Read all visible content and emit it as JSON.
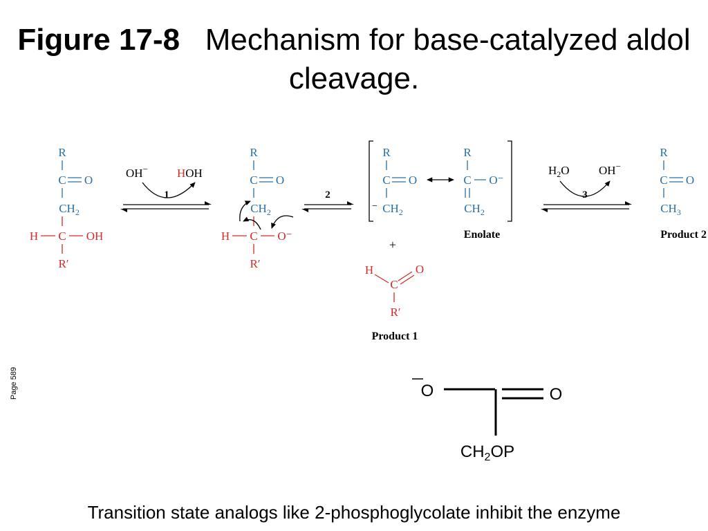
{
  "title": {
    "figure": "Figure 17-8",
    "text": "Mechanism for base-catalyzed aldol cleavage."
  },
  "colors": {
    "blue": "#2a6fa8",
    "red": "#d42a2a",
    "black": "#000000"
  },
  "scheme": {
    "atoms": {
      "R": "R",
      "C": "C",
      "O": "O",
      "CH": "CH",
      "sub2": "2",
      "sub3": "3",
      "H": "H",
      "OH": "OH",
      "Rprime": "R′",
      "Ominus": "O⁻",
      "minus": "−",
      "plus": "+"
    },
    "step1": {
      "number": "1",
      "reagent": "OH",
      "reagent_charge": "−",
      "product_H": "H",
      "product_OH": "OH"
    },
    "step2": {
      "number": "2"
    },
    "step3": {
      "number": "3",
      "reagent_H": "H",
      "reagent_sub": "2",
      "reagent_O": "O",
      "product": "OH",
      "product_charge": "−"
    },
    "enolate_label": "Enolate",
    "product1_label": "Product 1",
    "product2_label": "Product 2"
  },
  "analog": {
    "o_minus_charge": "−",
    "o_left": "O",
    "o_right": "O",
    "ch": "CH",
    "sub": "2",
    "op": "OP"
  },
  "page_label": "Page 589",
  "caption": "Transition state analogs like 2-phosphoglycolate inhibit the enzyme"
}
